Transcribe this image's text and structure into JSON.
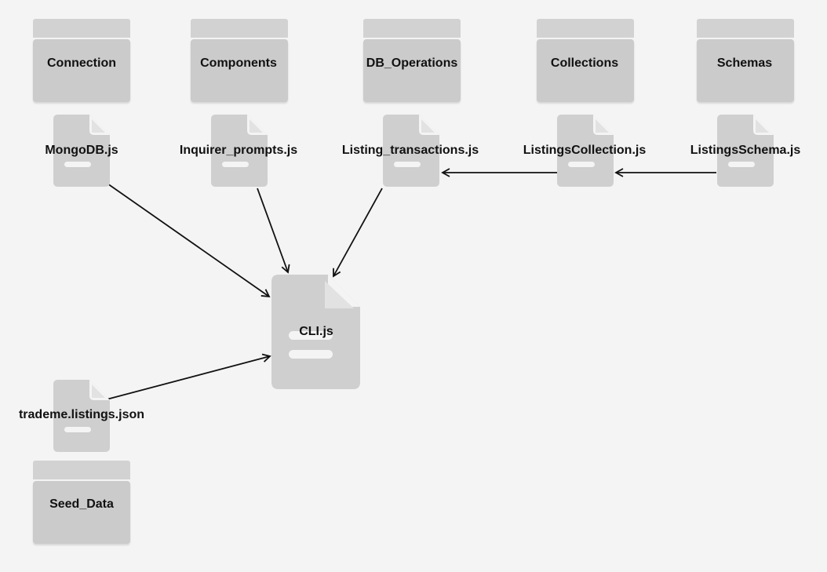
{
  "folders": [
    {
      "name": "Connection"
    },
    {
      "name": "Components"
    },
    {
      "name": "DB_Operations"
    },
    {
      "name": "Collections"
    },
    {
      "name": "Schemas"
    },
    {
      "name": "Seed_Data"
    }
  ],
  "files": [
    {
      "name": "MongoDB.js"
    },
    {
      "name": "Inquirer_prompts.js"
    },
    {
      "name": "Listing_transactions.js"
    },
    {
      "name": "ListingsCollection.js"
    },
    {
      "name": "ListingsSchema.js"
    },
    {
      "name": "trademe.listings.json"
    },
    {
      "name": "CLI.js"
    }
  ],
  "colors": {
    "folder": "#cbcbcb",
    "file": "#cfcfcf",
    "arrow": "#111111",
    "background": "#f4f4f4"
  }
}
